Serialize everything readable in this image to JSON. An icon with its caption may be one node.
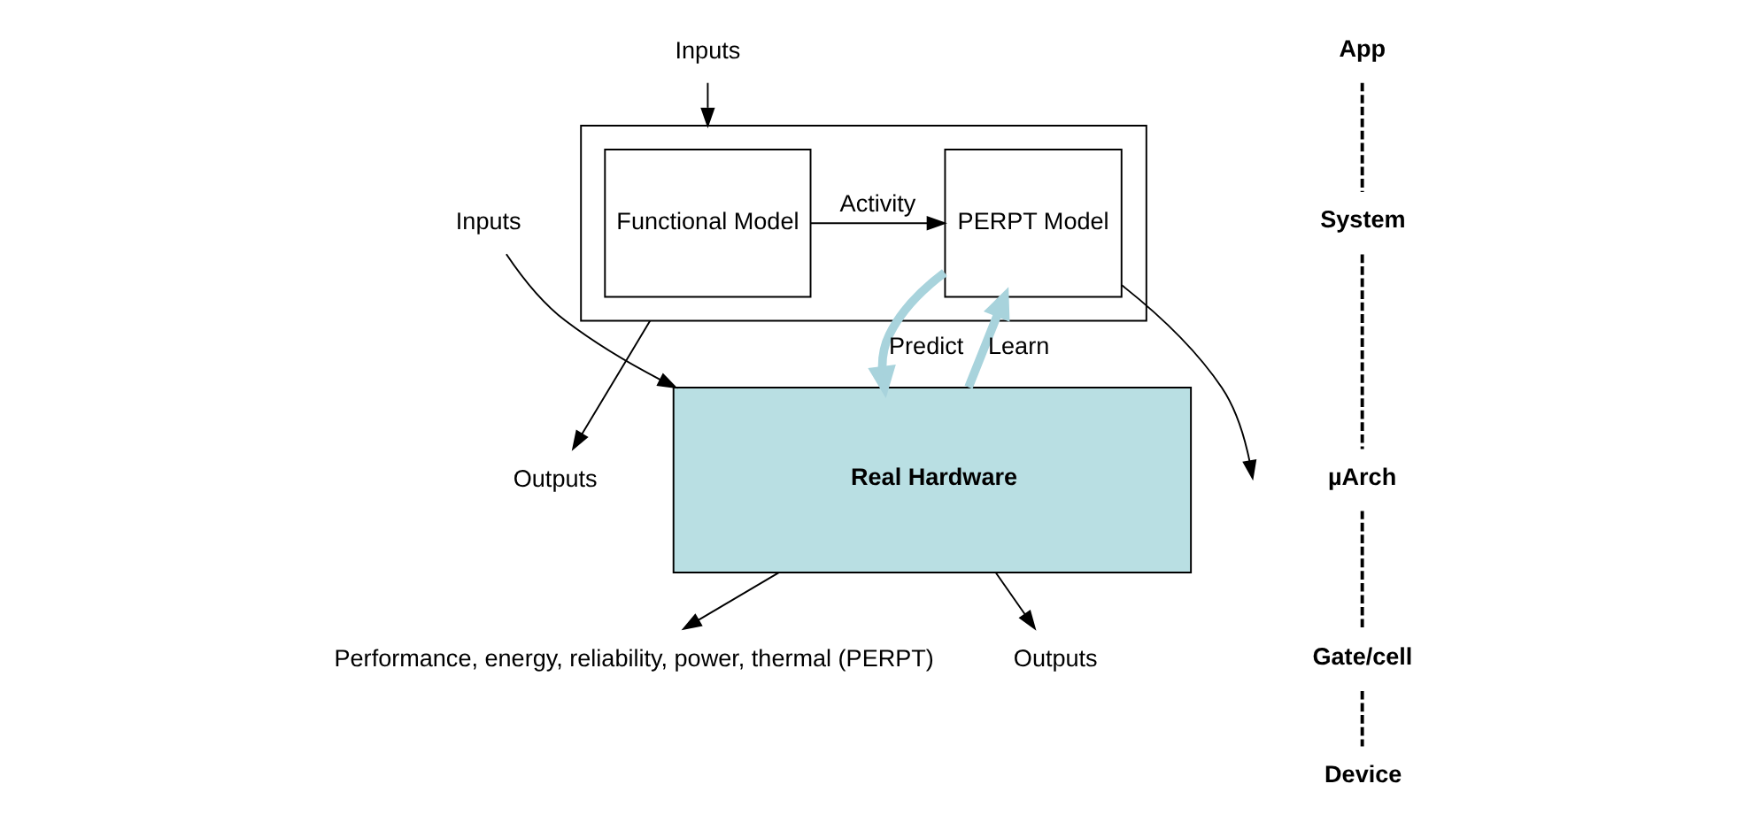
{
  "diagram": {
    "nodes": [
      {
        "text": [],
        "shape": "box"
      },
      {
        "text": [
          "Functional Model"
        ],
        "in": 0
      },
      {
        "text": [
          "PERPT Model"
        ],
        "in": 0
      },
      {
        "text": [
          "Inputs"
        ]
      },
      {
        "text": [
          "Outputs"
        ]
      },
      {
        "text": [
          "Real Hardware"
        ]
      },
      {
        "text": [
          "Inputs"
        ]
      },
      {
        "text": [
          "Outputs"
        ]
      },
      {
        "text": [
          "Performance, energy, reliability, power, thermal (PERPT)"
        ]
      }
    ],
    "edges": [
      {
        "from": 1,
        "to": 2,
        "label": "Activity",
        "arrow": "to"
      },
      {
        "from": 3,
        "to": 0,
        "arrow": "to"
      },
      {
        "from": 0,
        "to": 4,
        "arrow": "to"
      },
      {
        "from": 2,
        "to": null,
        "arrow": "to"
      },
      {
        "from": 5,
        "to": 2,
        "label": "Learn",
        "arrow": "to",
        "style": "thick",
        "color": "#a8d3dc"
      },
      {
        "from": 2,
        "to": 5,
        "label": "Predict",
        "arrow": "to",
        "style": "thick",
        "color": "#a8d3dc"
      },
      {
        "from": 6,
        "to": 5,
        "arrow": "to"
      },
      {
        "from": 5,
        "to": 7,
        "arrow": "to"
      },
      {
        "from": 5,
        "to": 8,
        "arrow": "to"
      }
    ],
    "labels": [
      "App",
      "System",
      "µArch",
      "Gate/cell",
      "Device"
    ]
  }
}
